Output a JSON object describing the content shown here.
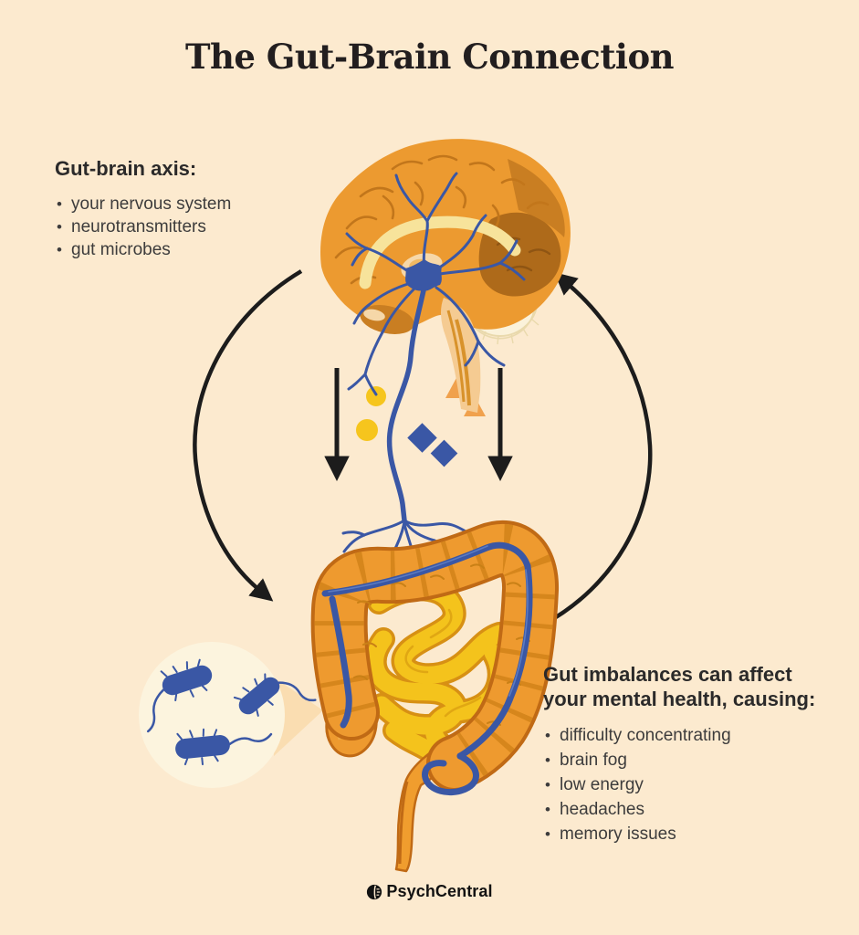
{
  "page": {
    "title": "The Gut-Brain Connection",
    "brand": "PsychCentral"
  },
  "left_panel": {
    "heading": "Gut-brain axis:",
    "items": [
      "your nervous system",
      "neurotransmitters",
      "gut microbes"
    ]
  },
  "right_panel": {
    "heading": "Gut imbalances can affect your mental health, causing:",
    "items": [
      "difficulty concentrating",
      "brain fog",
      "low energy",
      "headaches",
      "memory issues"
    ]
  },
  "illustration": {
    "parts": [
      "brain",
      "neuron",
      "vagus-nerve",
      "intestines",
      "gut-microbes-lens",
      "neurotransmitter-molecules",
      "cycle-arrows"
    ],
    "molecules": [
      "yellow-circle",
      "yellow-circle",
      "orange-triangle",
      "orange-triangle",
      "blue-diamond",
      "blue-diamond"
    ]
  },
  "colors": {
    "background": "#FCEACF",
    "brain_orange": "#EC9A30",
    "dark_orange": "#AE6A1A",
    "gut_outline": "#C06A15",
    "intestine_yellow": "#F4C31C",
    "nerve_blue": "#3A57A5",
    "arrow_black": "#1C1C1C",
    "text_dark": "#2B2A2A",
    "lens_cream": "#FCF4DE"
  }
}
